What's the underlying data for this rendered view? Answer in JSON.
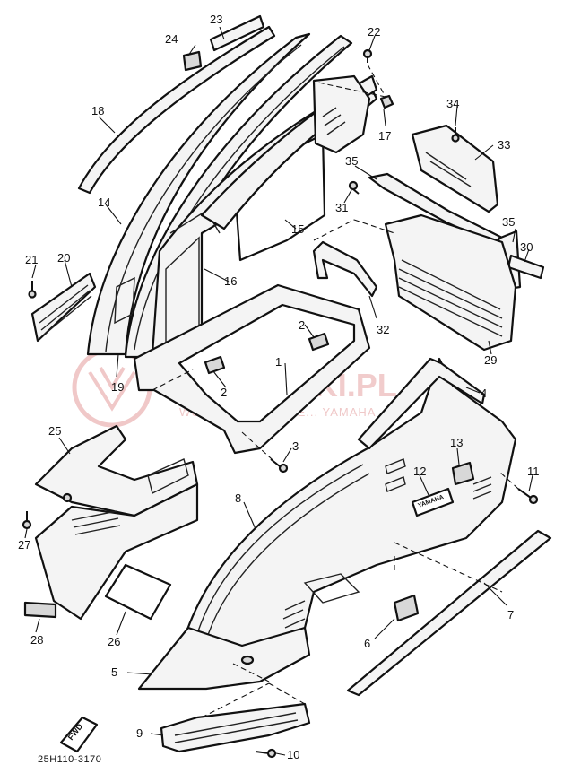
{
  "diagram": {
    "code": "25H110-3170",
    "fwd_label": "FWD",
    "watermark": {
      "brand": "YAMASAKI.PL",
      "subtitle": "WOJCIECH ..22 | DE... YAMAHA"
    },
    "emblem_text": "YAMAHA",
    "callouts": [
      {
        "id": "c1",
        "label": "1"
      },
      {
        "id": "c2a",
        "label": "2"
      },
      {
        "id": "c2b",
        "label": "2"
      },
      {
        "id": "c3",
        "label": "3"
      },
      {
        "id": "c4",
        "label": "4"
      },
      {
        "id": "c5",
        "label": "5"
      },
      {
        "id": "c6",
        "label": "6"
      },
      {
        "id": "c7",
        "label": "7"
      },
      {
        "id": "c8",
        "label": "8"
      },
      {
        "id": "c9",
        "label": "9"
      },
      {
        "id": "c10",
        "label": "10"
      },
      {
        "id": "c11",
        "label": "11"
      },
      {
        "id": "c12",
        "label": "12"
      },
      {
        "id": "c13",
        "label": "13"
      },
      {
        "id": "c14",
        "label": "14"
      },
      {
        "id": "c15",
        "label": "15"
      },
      {
        "id": "c16",
        "label": "16"
      },
      {
        "id": "c17",
        "label": "17"
      },
      {
        "id": "c18",
        "label": "18"
      },
      {
        "id": "c19",
        "label": "19"
      },
      {
        "id": "c20",
        "label": "20"
      },
      {
        "id": "c21",
        "label": "21"
      },
      {
        "id": "c22",
        "label": "22"
      },
      {
        "id": "c23",
        "label": "23"
      },
      {
        "id": "c24",
        "label": "24"
      },
      {
        "id": "c25",
        "label": "25"
      },
      {
        "id": "c26",
        "label": "26"
      },
      {
        "id": "c27",
        "label": "27"
      },
      {
        "id": "c28",
        "label": "28"
      },
      {
        "id": "c29",
        "label": "29"
      },
      {
        "id": "c30",
        "label": "30"
      },
      {
        "id": "c31",
        "label": "31"
      },
      {
        "id": "c32",
        "label": "32"
      },
      {
        "id": "c33",
        "label": "33"
      },
      {
        "id": "c34",
        "label": "34"
      },
      {
        "id": "c35a",
        "label": "35"
      },
      {
        "id": "c35b",
        "label": "35"
      }
    ]
  }
}
